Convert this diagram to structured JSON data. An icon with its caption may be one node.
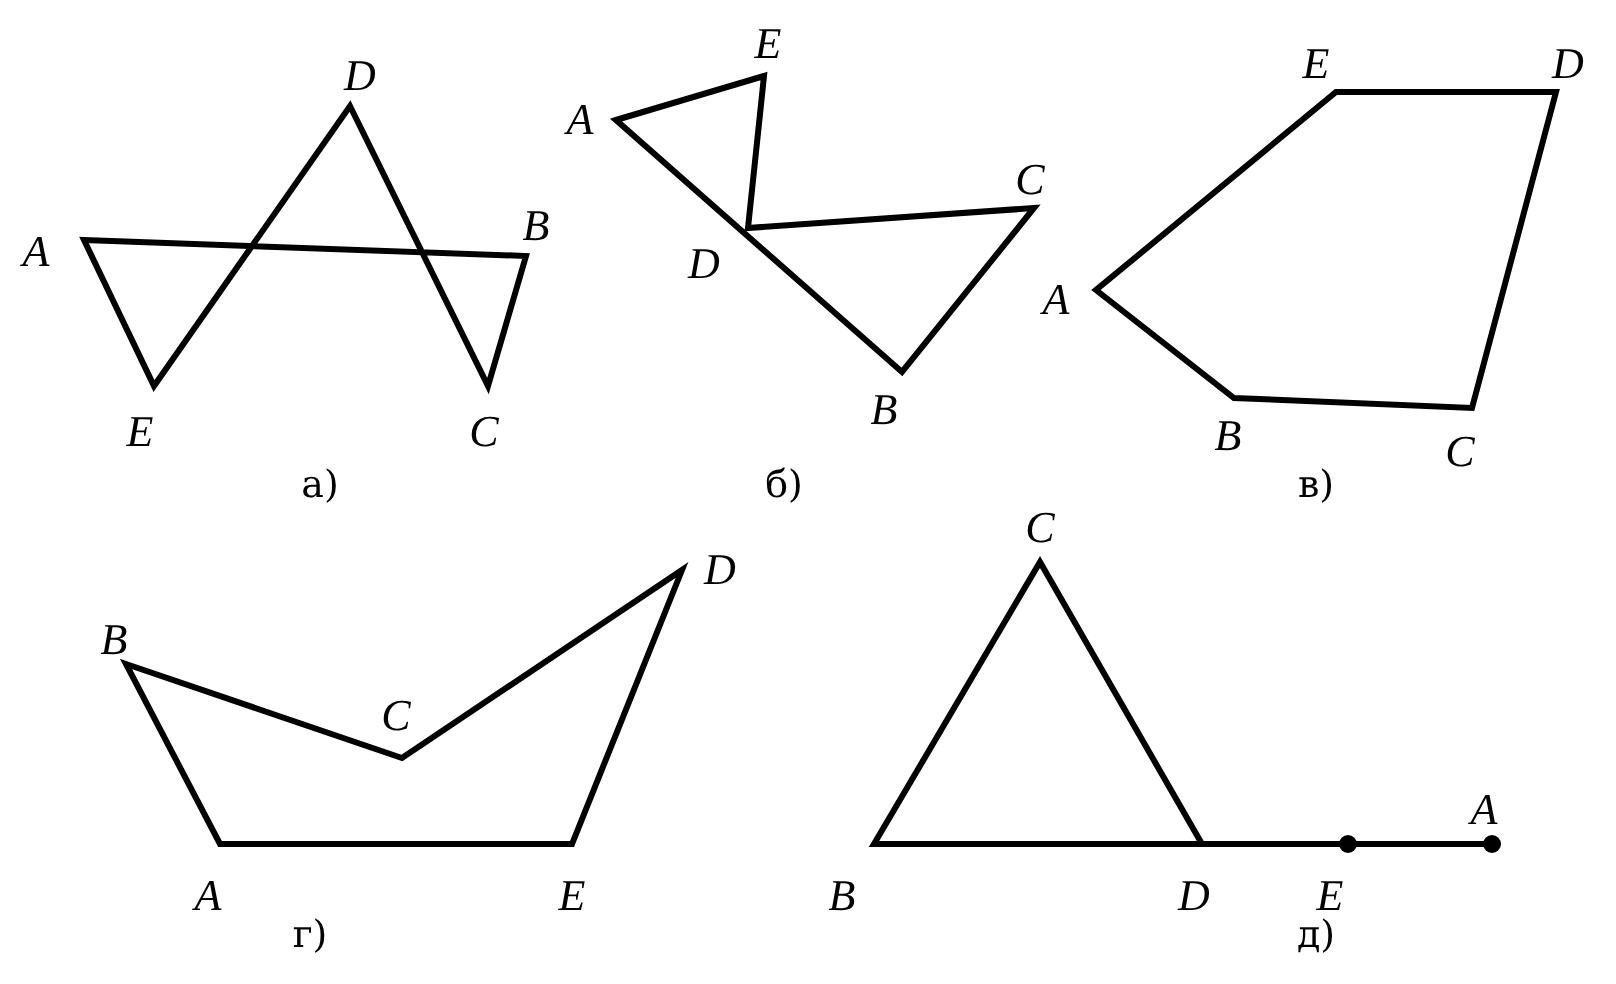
{
  "diagram": {
    "labels": [
      "D",
      "A",
      "B",
      "E",
      "C",
      "а)",
      "E",
      "A",
      "C",
      "D",
      "B",
      "б)",
      "E",
      "D",
      "A",
      "B",
      "C",
      "в)",
      "D",
      "B",
      "C",
      "A",
      "E",
      "г)",
      "C",
      "A",
      "B",
      "D",
      "E",
      "д)"
    ]
  }
}
